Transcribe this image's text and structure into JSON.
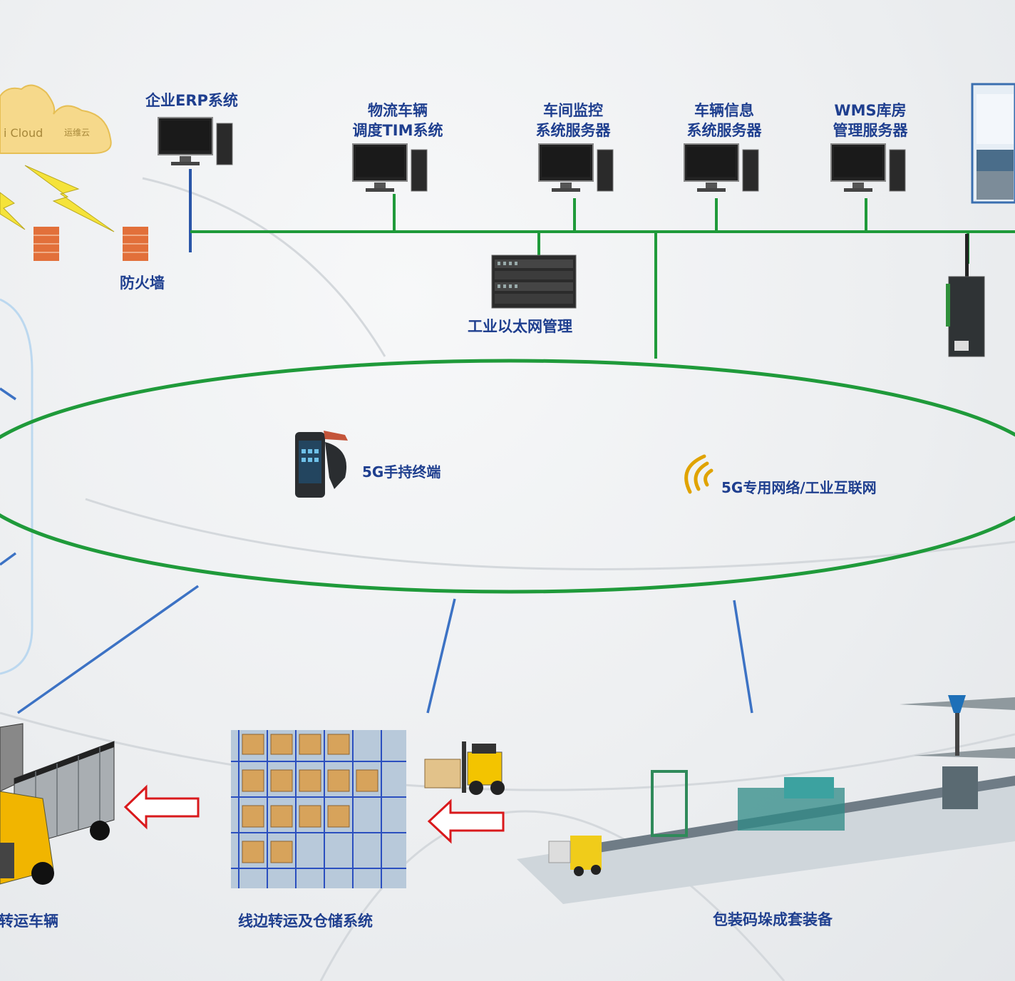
{
  "cloud": {
    "label_main": "i Cloud",
    "label_sub": "运维云"
  },
  "firewall": {
    "label": "防火墙"
  },
  "servers": {
    "erp": {
      "line1": "企业ERP系统"
    },
    "tim": {
      "line1": "物流车辆",
      "line2": "调度TIM系统"
    },
    "monitor": {
      "line1": "车间监控",
      "line2": "系统服务器"
    },
    "vehicle_info": {
      "line1": "车辆信息",
      "line2": "系统服务器"
    },
    "wms": {
      "line1": "WMS库房",
      "line2": "管理服务器"
    }
  },
  "switch": {
    "label": "工业以太网管理"
  },
  "handheld": {
    "label": "5G手持终端"
  },
  "network": {
    "label": "5G专用网络/工业互联网"
  },
  "bottom": {
    "truck": {
      "label": "转运车辆"
    },
    "warehouse": {
      "label": "线边转运及仓储系统"
    },
    "packaging": {
      "label": "包装码垛成套装备"
    }
  },
  "colors": {
    "network_green": "#1f9a3a",
    "link_blue": "#2a56a8",
    "label_blue": "#1f3f8f",
    "arrow_red": "#d9191c",
    "wifi_gold": "#e0a300"
  }
}
